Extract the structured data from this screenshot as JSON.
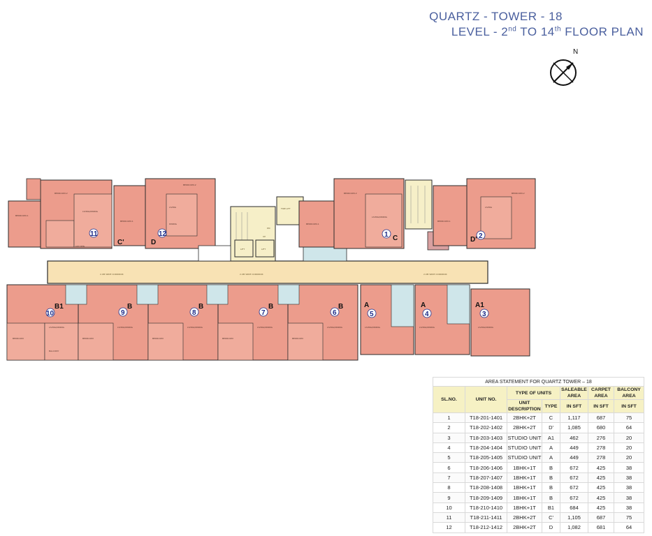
{
  "header": {
    "line1": "QUARTZ - TOWER - 18",
    "line2_a": "LEVEL - 2",
    "line2_sup1": "nd",
    "line2_b": " TO 14",
    "line2_sup2": "th",
    "line2_c": " FLOOR PLAN"
  },
  "compass": {
    "label": "N"
  },
  "plan": {
    "colors": {
      "unit": "#ec9c8c",
      "corridor": "#f8e2b4",
      "wall": "#2b2b2b",
      "lift": "#f6efc8",
      "open": "#cfe6ea"
    },
    "unit_numbers": [
      "11",
      "12",
      "1",
      "2",
      "10",
      "9",
      "8",
      "7",
      "6",
      "5",
      "4",
      "3"
    ],
    "type_labels": [
      "C'",
      "D",
      "C",
      "D'",
      "B1",
      "B",
      "B",
      "B",
      "B",
      "A",
      "A",
      "A1"
    ],
    "core_labels": {
      "fire_lift": "FIRE LIFT",
      "lift": "LIFT",
      "up": "UP",
      "dn": "DN"
    },
    "corridor_labels": [
      "2.0M WIDE CORRIDOR",
      "2.0M WIDE CORRIDOR",
      "2.0M WIDE CORRIDOR"
    ]
  },
  "area_table": {
    "caption": "AREA STATEMENT FOR QUARTZ TOWER – 18",
    "headers": {
      "sl_no": "SL.NO.",
      "unit_no": "UNIT NO.",
      "type_of_units": "TYPE OF UNITS",
      "unit_description": "UNIT DESCRIPTION",
      "type": "TYPE",
      "saleable_area": "SALEABLE AREA",
      "carpet_area": "CARPET AREA",
      "balcony_area": "BALCONY AREA",
      "in_sft": "IN SFT"
    },
    "rows": [
      [
        "1",
        "T18-201-1401",
        "2BHK+2T",
        "C",
        "1,117",
        "687",
        "75"
      ],
      [
        "2",
        "T18-202-1402",
        "2BHK+2T",
        "D'",
        "1,085",
        "680",
        "64"
      ],
      [
        "3",
        "T18-203-1403",
        "STUDIO UNIT",
        "A1",
        "462",
        "276",
        "20"
      ],
      [
        "4",
        "T18-204-1404",
        "STUDIO UNIT",
        "A",
        "449",
        "278",
        "20"
      ],
      [
        "5",
        "T18-205-1405",
        "STUDIO UNIT",
        "A",
        "449",
        "278",
        "20"
      ],
      [
        "6",
        "T18-206-1406",
        "1BHK+1T",
        "B",
        "672",
        "425",
        "38"
      ],
      [
        "7",
        "T18-207-1407",
        "1BHK+1T",
        "B",
        "672",
        "425",
        "38"
      ],
      [
        "8",
        "T18-208-1408",
        "1BHK+1T",
        "B",
        "672",
        "425",
        "38"
      ],
      [
        "9",
        "T18-209-1409",
        "1BHK+1T",
        "B",
        "672",
        "425",
        "38"
      ],
      [
        "10",
        "T18-210-1410",
        "1BHK+1T",
        "B1",
        "684",
        "425",
        "38"
      ],
      [
        "11",
        "T18-211-1411",
        "2BHK+2T",
        "C'",
        "1,105",
        "687",
        "75"
      ],
      [
        "12",
        "T18-212-1412",
        "2BHK+2T",
        "D",
        "1,082",
        "681",
        "64"
      ]
    ]
  }
}
